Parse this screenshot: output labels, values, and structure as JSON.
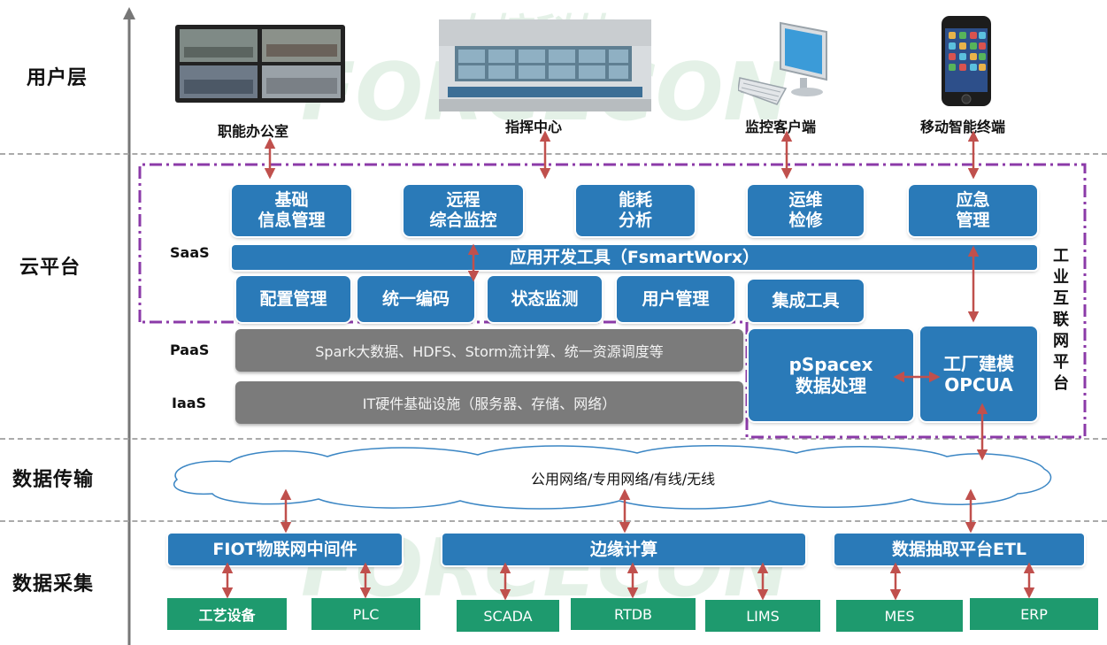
{
  "layers": {
    "user": "用户层",
    "cloud": "云平台",
    "transport": "数据传输",
    "collect": "数据采集"
  },
  "devices": {
    "office": "职能办公室",
    "command": "指挥中心",
    "client": "监控客户端",
    "mobile": "移动智能终端"
  },
  "saas": {
    "label": "SaaS",
    "top": [
      {
        "l1": "基础",
        "l2": "信息管理"
      },
      {
        "l1": "远程",
        "l2": "综合监控"
      },
      {
        "l1": "能耗",
        "l2": "分析"
      },
      {
        "l1": "运维",
        "l2": "检修"
      },
      {
        "l1": "应急",
        "l2": "管理"
      }
    ],
    "devtool": "应用开发工具（FsmartWorx）",
    "bottom": [
      "配置管理",
      "统一编码",
      "状态监测",
      "用户管理",
      "集成工具"
    ]
  },
  "paas": {
    "label": "PaaS",
    "text": "Spark大数据、HDFS、Storm流计算、统一资源调度等"
  },
  "iaas": {
    "label": "IaaS",
    "text": "IT硬件基础设施（服务器、存储、网络）"
  },
  "pspacex": {
    "l1": "pSpacex",
    "l2": "数据处理"
  },
  "factory": {
    "l1": "工厂建模",
    "l2": "OPCUA"
  },
  "iip_vertical": [
    "工",
    "业",
    "互",
    "联",
    "网",
    "平",
    "台"
  ],
  "network": "公用网络/专用网络/有线/无线",
  "collectors": [
    "FIOT物联网中间件",
    "边缘计算",
    "数据抽取平台ETL"
  ],
  "sources": [
    "工艺设备",
    "PLC",
    "SCADA",
    "RTDB",
    "LIMS",
    "MES",
    "ERP"
  ],
  "watermark_text": [
    "力控科技",
    "FORCECON"
  ],
  "colors": {
    "blue": "#2a7ab8",
    "gray": "#7b7b7b",
    "green": "#1e9a6e",
    "arrow": "#c0504d",
    "purple": "#8b3aa8"
  }
}
